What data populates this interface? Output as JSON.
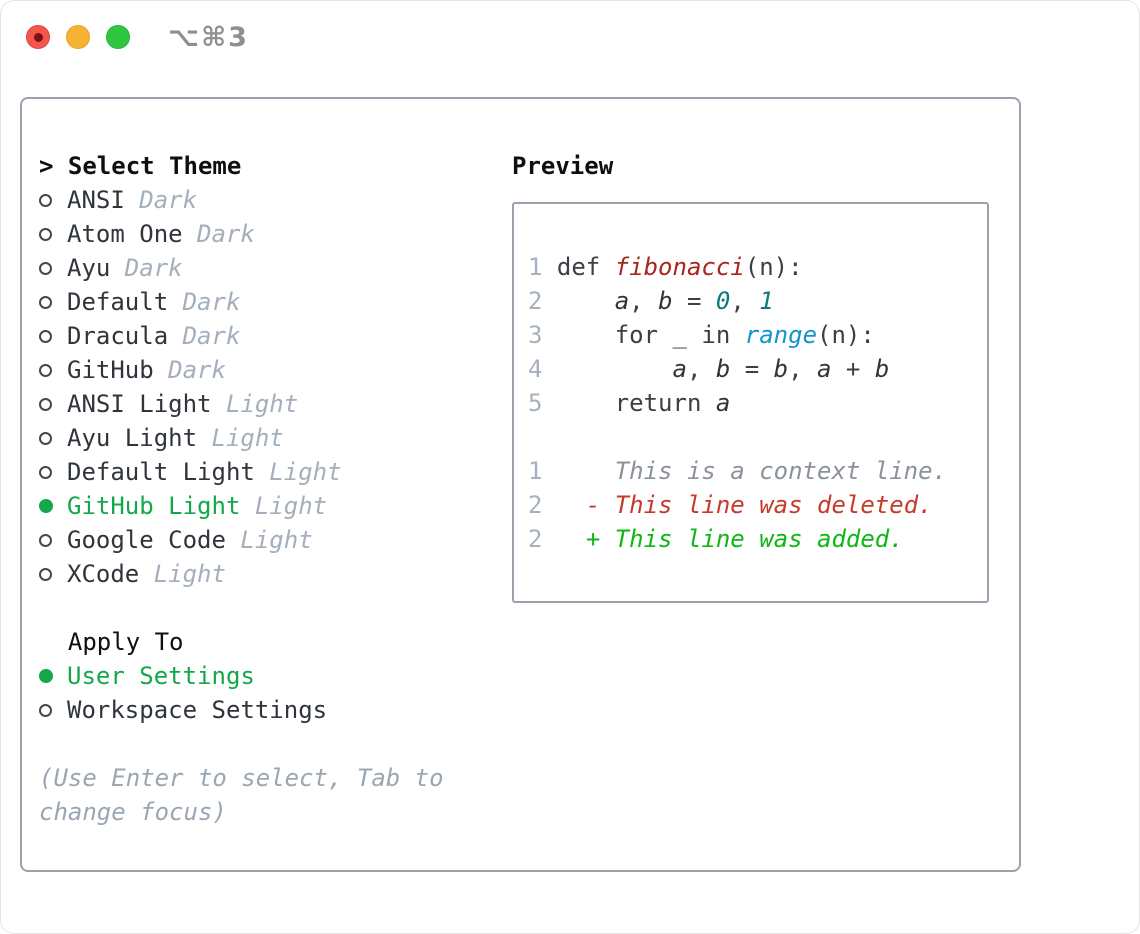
{
  "window": {
    "title": "⌥⌘3",
    "traffic_lights": [
      "close-light",
      "minimize-light",
      "zoom-light"
    ]
  },
  "colors": {
    "accent_green": "#14a84b",
    "muted": "#a4afbb",
    "item_text": "#2f353b",
    "header_text": "#0d0f12",
    "hint_text": "#9aa6b2",
    "line_number": "#a6b1bd",
    "code_plain": "#3a4045",
    "code_keyword": "#3a4045",
    "code_function": "#a7271f",
    "code_builtin": "#1295cb",
    "code_number": "#0e7b78",
    "code_variable": "#2f353b",
    "diff_context": "#8b929a",
    "diff_deleted": "#c53b2a",
    "diff_added": "#10b714",
    "panel_border": "#9aa3ad",
    "traffic_red": "#f4564c",
    "traffic_yellow": "#f6b233",
    "traffic_green": "#30c740"
  },
  "theme_panel": {
    "select_header": "> Select Theme",
    "themes": [
      {
        "name": "ANSI",
        "variant": "Dark",
        "selected": false
      },
      {
        "name": "Atom One",
        "variant": "Dark",
        "selected": false
      },
      {
        "name": "Ayu",
        "variant": "Dark",
        "selected": false
      },
      {
        "name": "Default",
        "variant": "Dark",
        "selected": false
      },
      {
        "name": "Dracula",
        "variant": "Dark",
        "selected": false
      },
      {
        "name": "GitHub",
        "variant": "Dark",
        "selected": false
      },
      {
        "name": "ANSI Light",
        "variant": "Light",
        "selected": false
      },
      {
        "name": "Ayu Light",
        "variant": "Light",
        "selected": false
      },
      {
        "name": "Default Light",
        "variant": "Light",
        "selected": false
      },
      {
        "name": "GitHub Light",
        "variant": "Light",
        "selected": true
      },
      {
        "name": "Google Code",
        "variant": "Light",
        "selected": false
      },
      {
        "name": "XCode",
        "variant": "Light",
        "selected": false
      }
    ],
    "apply_to": {
      "label": "  Apply To",
      "options": [
        {
          "label": "User Settings",
          "selected": true
        },
        {
          "label": "Workspace Settings",
          "selected": false
        }
      ]
    },
    "hint": "(Use Enter to select, Tab to change focus)"
  },
  "preview": {
    "label": "Preview",
    "code_lines": [
      {
        "n": "1",
        "segs": [
          [
            " ",
            "plain"
          ],
          [
            "def ",
            "kw"
          ],
          [
            "fibonacci",
            "fn"
          ],
          [
            "(n):",
            "plain"
          ]
        ]
      },
      {
        "n": "2",
        "segs": [
          [
            "     ",
            "plain"
          ],
          [
            "a",
            "var"
          ],
          [
            ", ",
            "plain"
          ],
          [
            "b",
            "var"
          ],
          [
            " = ",
            "plain"
          ],
          [
            "0",
            "num"
          ],
          [
            ", ",
            "plain"
          ],
          [
            "1",
            "num"
          ]
        ]
      },
      {
        "n": "3",
        "segs": [
          [
            "     ",
            "plain"
          ],
          [
            "for",
            "kw"
          ],
          [
            " _ ",
            "plain"
          ],
          [
            "in",
            "kw"
          ],
          [
            " ",
            "plain"
          ],
          [
            "range",
            "call"
          ],
          [
            "(n):",
            "plain"
          ]
        ]
      },
      {
        "n": "4",
        "segs": [
          [
            "         ",
            "plain"
          ],
          [
            "a",
            "var"
          ],
          [
            ", ",
            "plain"
          ],
          [
            "b",
            "var"
          ],
          [
            " = ",
            "plain"
          ],
          [
            "b",
            "var"
          ],
          [
            ", ",
            "plain"
          ],
          [
            "a",
            "var"
          ],
          [
            " + ",
            "plain"
          ],
          [
            "b",
            "var"
          ]
        ]
      },
      {
        "n": "5",
        "segs": [
          [
            "     ",
            "plain"
          ],
          [
            "return ",
            "kw"
          ],
          [
            "a",
            "var"
          ]
        ]
      }
    ],
    "diff_lines": [
      {
        "n": "1",
        "segs": [
          [
            "     This is a context line.",
            "ctx"
          ]
        ]
      },
      {
        "n": "2",
        "segs": [
          [
            "   ",
            "plain"
          ],
          [
            "- This line was deleted.",
            "del"
          ]
        ]
      },
      {
        "n": "2",
        "segs": [
          [
            "   ",
            "plain"
          ],
          [
            "+ This line was added.",
            "add"
          ]
        ]
      }
    ]
  }
}
